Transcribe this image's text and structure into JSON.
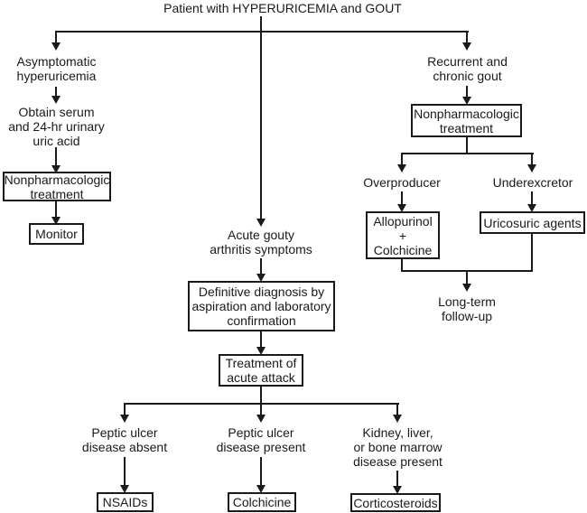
{
  "title": "Patient with HYPERURICEMIA and GOUT",
  "colors": {
    "line": "#1a1a1a",
    "background": "#ffffff",
    "text": "#1a1a1a"
  },
  "nodes": {
    "asymptomatic": {
      "text": "Asymptomatic\nhyperuricemia"
    },
    "obtain_serum": {
      "text": "Obtain serum\nand 24-hr urinary\nuric acid"
    },
    "nonpharm_left": {
      "text": "Nonpharmacologic\ntreatment"
    },
    "monitor": {
      "text": "Monitor"
    },
    "acute_symptoms": {
      "text": "Acute gouty\narthritis symptoms"
    },
    "definitive_diagnosis": {
      "text": "Definitive diagnosis by\naspiration and laboratory\nconfirmation"
    },
    "treatment_acute": {
      "text": "Treatment of\nacute attack"
    },
    "recurrent": {
      "text": "Recurrent and\nchronic gout"
    },
    "nonpharm_right": {
      "text": "Nonpharmacologic\ntreatment"
    },
    "overproducer": {
      "text": "Overproducer"
    },
    "underexcretor": {
      "text": "Underexcretor"
    },
    "allopurinol_colchicine": {
      "text": "Allopurinol\n+\nColchicine"
    },
    "uricosuric": {
      "text": "Uricosuric agents"
    },
    "long_term": {
      "text": "Long-term\nfollow-up"
    },
    "peptic_absent": {
      "text": "Peptic ulcer\ndisease absent"
    },
    "peptic_present": {
      "text": "Peptic ulcer\ndisease present"
    },
    "kidney_liver": {
      "text": "Kidney, liver,\nor bone marrow\ndisease present"
    },
    "nsaids": {
      "text": "NSAIDs"
    },
    "colchicine": {
      "text": "Colchicine"
    },
    "corticosteroids": {
      "text": "Corticosteroids"
    }
  }
}
